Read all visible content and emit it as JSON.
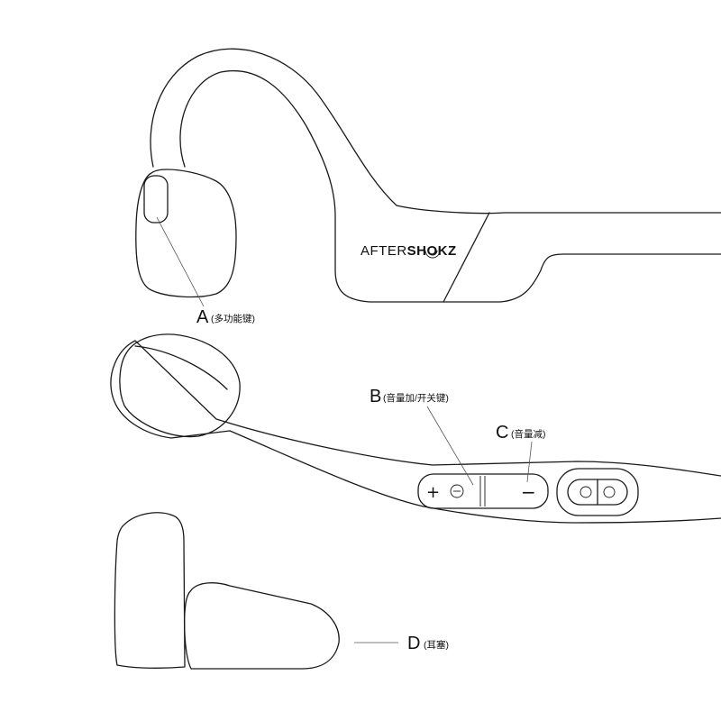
{
  "brand": {
    "light": "AFTER",
    "bold": "SHOKZ"
  },
  "callouts": {
    "A": {
      "letter": "A",
      "text": "(多功能键)"
    },
    "B": {
      "letter": "B",
      "text": "(音量加/开关键)"
    },
    "C": {
      "letter": "C",
      "text": "(音量减)"
    },
    "D": {
      "letter": "D",
      "text": "(耳塞)"
    }
  },
  "buttons": {
    "plus": "+",
    "minus": "−"
  }
}
